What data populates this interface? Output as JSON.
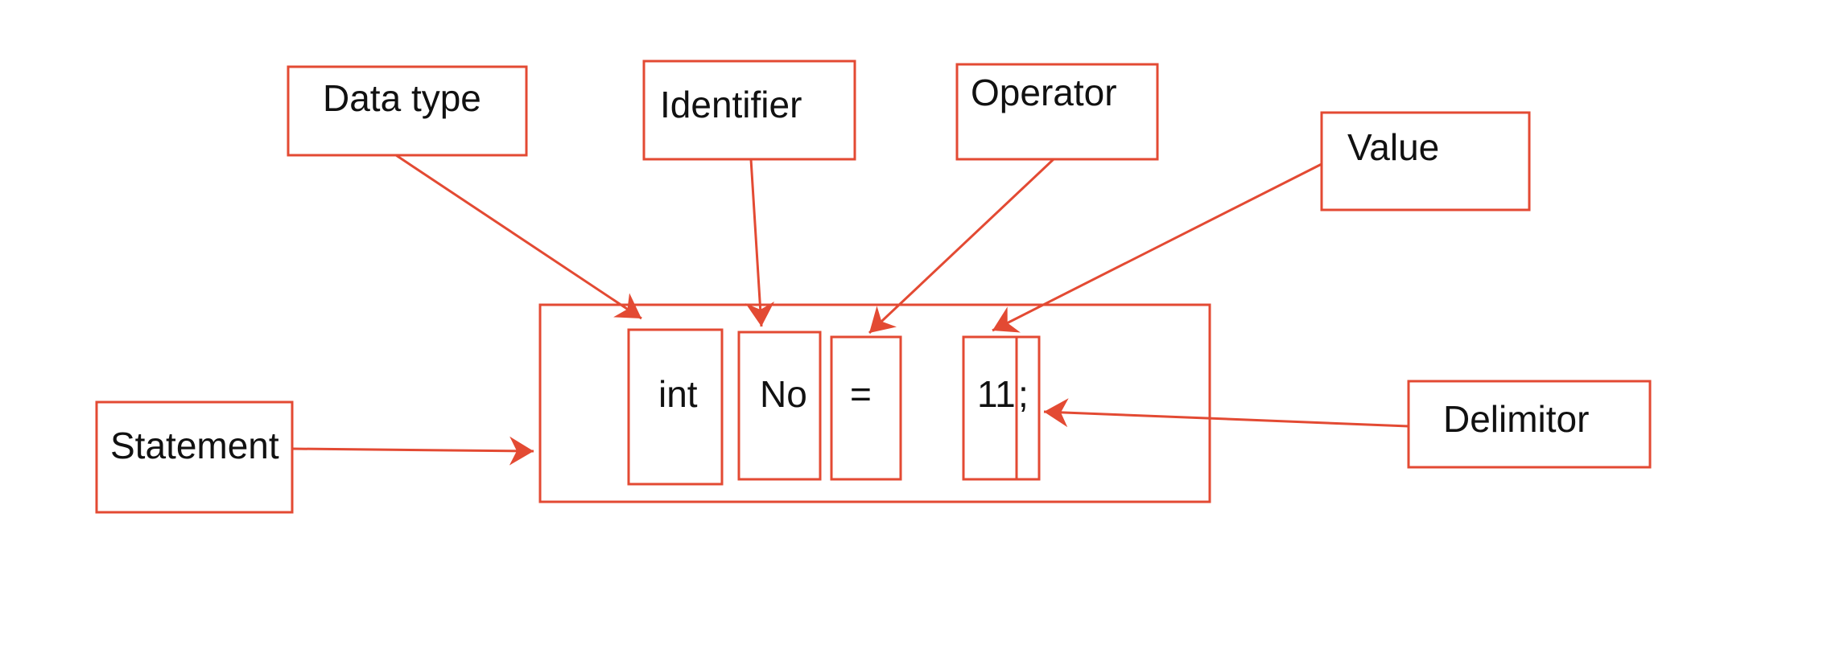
{
  "diagram": {
    "labels": {
      "data_type": "Data type",
      "identifier": "Identifier",
      "operator": "Operator",
      "value": "Value",
      "statement": "Statement",
      "delimitor": "Delimitor"
    },
    "tokens": {
      "int": "int",
      "no": "No",
      "equals": "=",
      "eleven": "11",
      "semicolon": ";"
    },
    "colors": {
      "stroke": "#e34a33",
      "text": "#111111",
      "background": "#ffffff"
    }
  }
}
